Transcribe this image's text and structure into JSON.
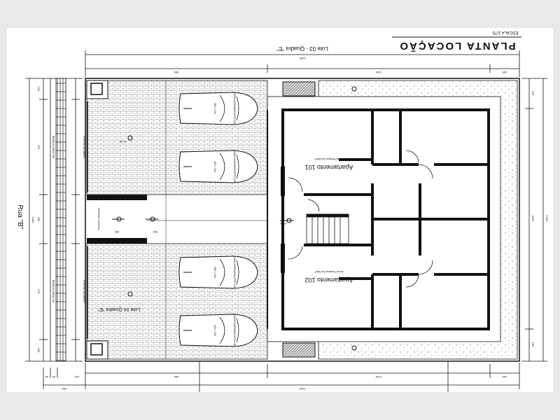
{
  "title_block": {
    "title": "PLANTA LOCAÇÃO",
    "scale": "ESCALA 1/75",
    "lot": "Lote 03 - Quadra \"E\""
  },
  "street": "Rua \"B\"",
  "neighbor_lot": "Lote 04 Quadra \"E\"",
  "apartments": [
    {
      "name": "Apartamento 101",
      "area": "Área Privativa 54,38m²"
    },
    {
      "name": "Apartamento 102",
      "area": "Área Privativa 54,38m²"
    }
  ],
  "parking": [
    {
      "label": "VAGA GARAGEM APTO 101",
      "dims": "500 x 240"
    },
    {
      "label": "VAGA GARAGEM APTO 101",
      "dims": "500 x 240"
    },
    {
      "label": "VAGA GARAGEM APTO 102",
      "dims": "500 x 240"
    },
    {
      "label": "VAGA GARAGEM APTO 102",
      "dims": "500 x 240"
    }
  ],
  "labels": {
    "social_access": "ACESSO SOCIAL",
    "sidewalk": "REBAIXO MEIO-FIO",
    "gate": "PORTÃO DE ABRIR",
    "level_entry": "+0,40",
    "level_parking": "+0,20"
  },
  "dimensions": {
    "top_total": "2150",
    "top_segments": [
      "900",
      "1100",
      "150"
    ],
    "bottom_total": "2150",
    "bottom_segments": [
      "900",
      "1100",
      "150"
    ],
    "left_total": "1400",
    "left_segments": [
      "150",
      "475",
      "180",
      "475",
      "150"
    ],
    "right_total": "1400",
    "right_segments": [
      "150",
      "1100",
      "150"
    ],
    "sidewalk_total": "200",
    "sidewalk_segments": [
      "100",
      "45",
      "45"
    ],
    "access_widths": [
      "300",
      "300"
    ]
  },
  "colors": {
    "line": "#111111",
    "paper": "#ffffff",
    "background": "#e9e9e9"
  }
}
